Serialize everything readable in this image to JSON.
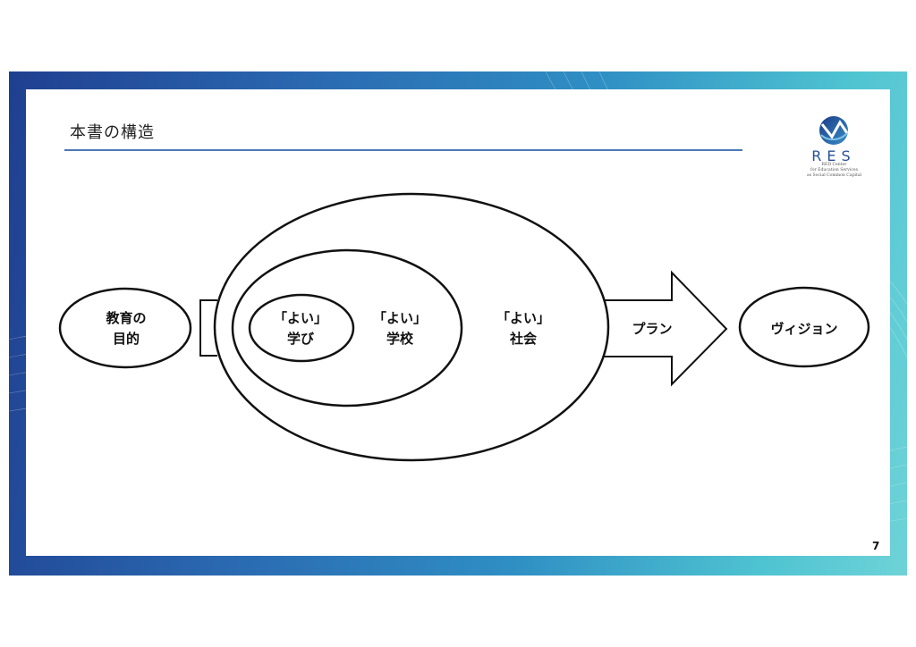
{
  "slide": {
    "title": "本書の構造",
    "page_number": "7"
  },
  "logo": {
    "wordmark": "RES",
    "caption_lines": [
      "RED Center",
      "for Education Services",
      "as Social Common Capital"
    ]
  },
  "diagram": {
    "purpose": [
      "教育の",
      "目的"
    ],
    "good_learning": [
      "「よい」",
      "学び"
    ],
    "good_school": [
      "「よい」",
      "学校"
    ],
    "good_society": [
      "「よい」",
      "社会"
    ],
    "plan": "プラン",
    "vision": "ヴィジョン"
  },
  "colors": {
    "frame_dark": "#1f3f8f",
    "frame_light": "#6ed3d8",
    "rule": "#4a78b8",
    "stroke": "#111111"
  }
}
